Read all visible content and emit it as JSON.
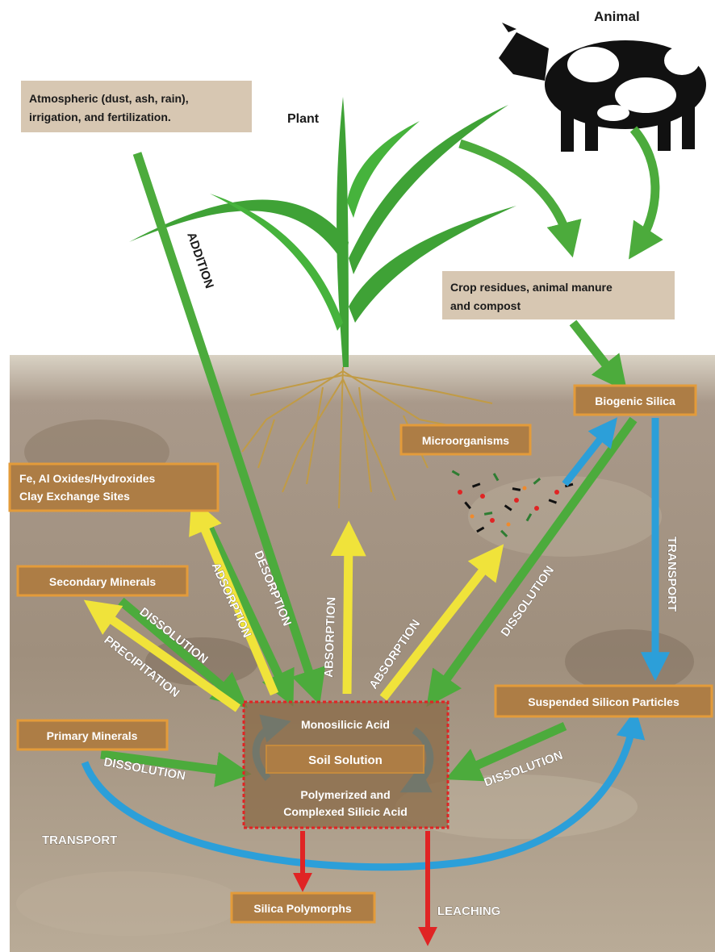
{
  "colors": {
    "soil": "#a0907a",
    "sky": "#ffffff",
    "green_arrow": "#4cab3c",
    "blue_arrow": "#2c9fd9",
    "yellow_arrow": "#f0e33a",
    "red_arrow": "#e02424",
    "box_fill": "#ad7d45",
    "box_border": "#e39b3a",
    "light_box": "#d7c7b2",
    "plant_green": "#3fa236",
    "root": "#c19b45"
  },
  "icons": {
    "animal": "cow-icon",
    "plant": "plant-icon",
    "microbes": "microorganism-cluster-icon"
  },
  "labels": {
    "animal": "Animal",
    "plant": "Plant",
    "atmospheric": [
      "Atmospheric (dust, ash, rain),",
      "irrigation, and fertilization."
    ],
    "crop_residues": [
      "Crop residues, animal manure",
      "and compost"
    ],
    "biogenic_silica": "Biogenic Silica",
    "microorganisms": "Microorganisms",
    "fe_al": [
      "Fe, Al Oxides/Hydroxides",
      "Clay Exchange Sites"
    ],
    "secondary_minerals": "Secondary Minerals",
    "primary_minerals": "Primary Minerals",
    "suspended_particles": "Suspended Silicon Particles",
    "monosilicic_acid": "Monosilicic Acid",
    "soil_solution": "Soil Solution",
    "polymerized": [
      "Polymerized and",
      "Complexed Silicic Acid"
    ],
    "silica_polymorphs": "Silica Polymorphs"
  },
  "processes": {
    "addition": "ADDITION",
    "adsorption": "ADSORPTION",
    "desorption": "DESORPTION",
    "absorption_plant": "ABSORPTION",
    "absorption_microbe": "ABSORPTION",
    "dissolution_biogenic": "DISSOLUTION",
    "transport_right": "TRANSPORT",
    "dissolution_secondary": "DISSOLUTION",
    "precipitation": "PRECIPITATION",
    "dissolution_primary": "DISSOLUTION",
    "dissolution_suspended": "DISSOLUTION",
    "transport_bottom": "TRANSPORT",
    "leaching": "LEACHING"
  }
}
